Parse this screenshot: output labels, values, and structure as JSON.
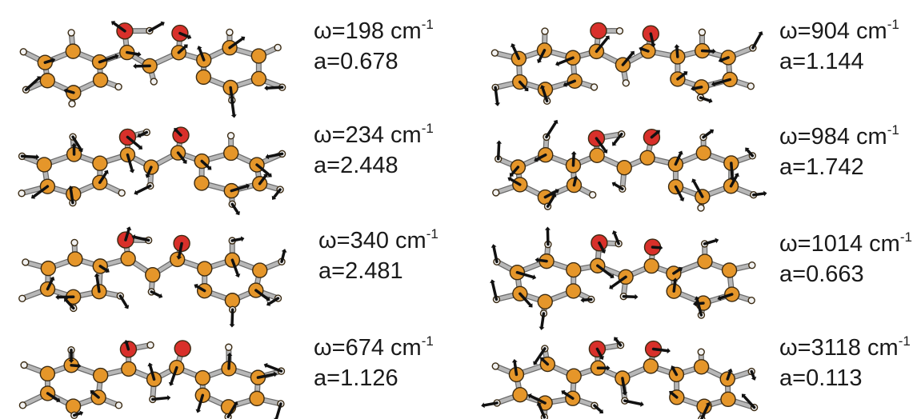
{
  "colors": {
    "carbon": "#e5962a",
    "oxygen": "#d8302a",
    "hydrogen": "#f2f2f2",
    "bond": "#b7b7b7",
    "arrow": "#111111"
  },
  "panels": [
    {
      "omega_prefix": "ω=",
      "omega_value": "198",
      "unit": "cm",
      "exponent": "-1",
      "a_prefix": "a=",
      "a_value": "0.678"
    },
    {
      "omega_prefix": "ω=",
      "omega_value": "234",
      "unit": "cm",
      "exponent": "-1",
      "a_prefix": "a=",
      "a_value": "2.448"
    },
    {
      "omega_prefix": "ω=",
      "omega_value": "340",
      "unit": "cm",
      "exponent": "-1",
      "a_prefix": "a=",
      "a_value": "2.481"
    },
    {
      "omega_prefix": "ω=",
      "omega_value": "674",
      "unit": "cm",
      "exponent": "-1",
      "a_prefix": "a=",
      "a_value": "1.126"
    },
    {
      "omega_prefix": "ω=",
      "omega_value": "904",
      "unit": "cm",
      "exponent": "-1",
      "a_prefix": "a=",
      "a_value": "1.144"
    },
    {
      "omega_prefix": "ω=",
      "omega_value": "984",
      "unit": "cm",
      "exponent": "-1",
      "a_prefix": "a=",
      "a_value": "1.742"
    },
    {
      "omega_prefix": "ω=",
      "omega_value": "1014",
      "unit": "cm",
      "exponent": "-1",
      "a_prefix": "a=",
      "a_value": "0.663"
    },
    {
      "omega_prefix": "ω=",
      "omega_value": "3118",
      "unit": "cm",
      "exponent": "-1",
      "a_prefix": "a=",
      "a_value": "0.113"
    }
  ]
}
